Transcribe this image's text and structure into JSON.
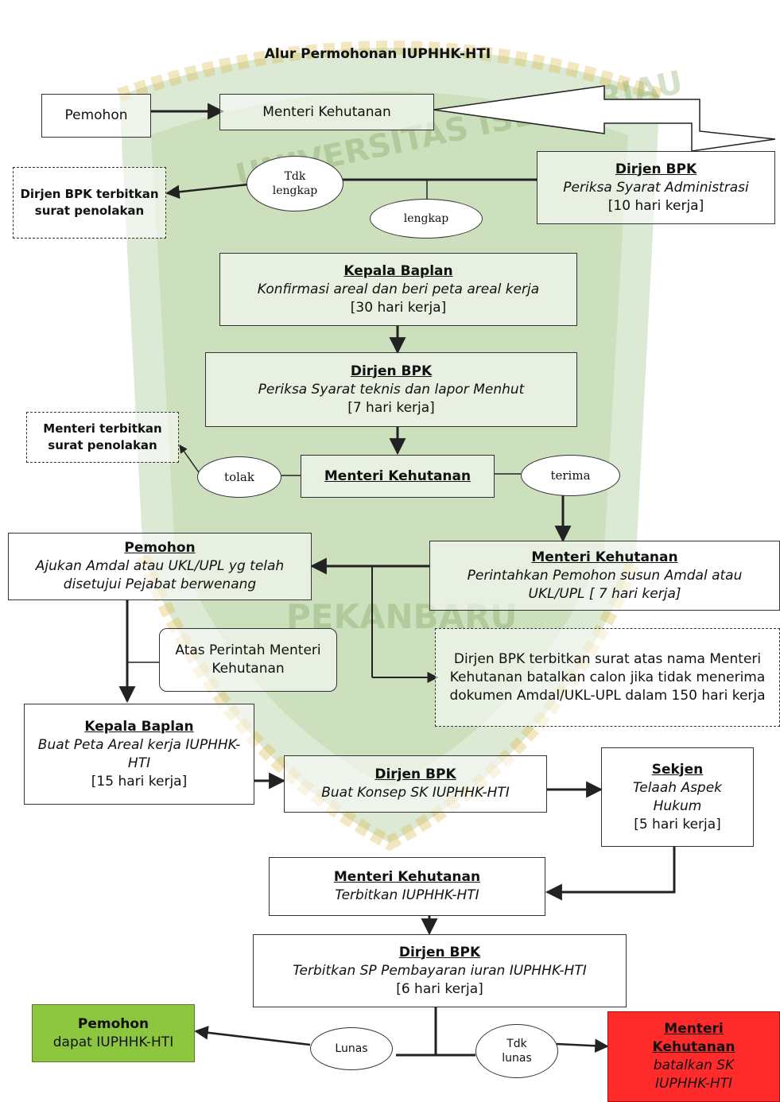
{
  "title": "Alur Permohonan IUPHHK-HTI",
  "watermark": {
    "top_text": "UNIVERSITAS ISLAM RIAU",
    "bottom_text": "PEKANBARU",
    "green": "#7aa84a",
    "gold": "#d9b94a"
  },
  "nodes": {
    "pemohon_top": "Pemohon",
    "menteri_top": "Menteri Kehutanan",
    "dirjen_admin": {
      "title": "Dirjen BPK",
      "text": "Periksa Syarat Administrasi",
      "duration": "[10 hari kerja]"
    },
    "tolak_bpk": "Dirjen BPK terbitkan surat penolakan",
    "tdk_lengkap": "Tdk lengkap",
    "lengkap": "lengkap",
    "kepala_baplan_1": {
      "title": "Kepala Baplan",
      "text": "Konfirmasi areal dan beri peta areal kerja",
      "duration": "[30 hari kerja]"
    },
    "dirjen_teknis": {
      "title": "Dirjen BPK",
      "text": "Periksa Syarat teknis dan lapor Menhut",
      "duration": "[7 hari kerja]"
    },
    "menteri_tolak": "Menteri terbitkan surat penolakan",
    "tolak": "tolak",
    "menteri_mid": "Menteri Kehutanan",
    "terima": "terima",
    "pemohon_amdal": {
      "title": "Pemohon",
      "text": "Ajukan Amdal atau UKL/UPL yg telah disetujui Pejabat berwenang"
    },
    "menteri_perintah": {
      "title": "Menteri Kehutanan",
      "text": "Perintahkan Pemohon susun Amdal atau UKL/UPL [ 7 hari kerja]"
    },
    "atas_perintah": "Atas Perintah Menteri Kehutanan",
    "dirjen_batal": "Dirjen BPK terbitkan surat atas nama Menteri Kehutanan batalkan calon jika tidak menerima dokumen Amdal/UKL-UPL dalam 150 hari kerja",
    "kepala_baplan_2": {
      "title": "Kepala Baplan",
      "text": "Buat Peta Areal kerja IUPHHK-HTI",
      "duration": "[15 hari kerja]"
    },
    "dirjen_konsep": {
      "title": "Dirjen BPK",
      "text": "Buat Konsep SK IUPHHK-HTI"
    },
    "sekjen": {
      "title": "Sekjen",
      "text": "Telaah Aspek Hukum",
      "duration": "[5 hari kerja]"
    },
    "menteri_terbit": {
      "title": "Menteri Kehutanan",
      "text": "Terbitkan IUPHHK-HTI"
    },
    "dirjen_sp": {
      "title": "Dirjen BPK",
      "text": "Terbitkan SP Pembayaran iuran IUPHHK-HTI",
      "duration": "[6 hari kerja]"
    },
    "lunas": "Lunas",
    "tdk_lunas": "Tdk lunas",
    "pemohon_final": {
      "title": "Pemohon",
      "text": "dapat IUPHHK-HTI"
    },
    "menteri_batal": {
      "title": "Menteri Kehutanan",
      "text": "batalkan SK IUPHHK-HTI"
    }
  },
  "colors": {
    "green_box": "#8cc63f",
    "red_box": "#ff2a2a"
  }
}
